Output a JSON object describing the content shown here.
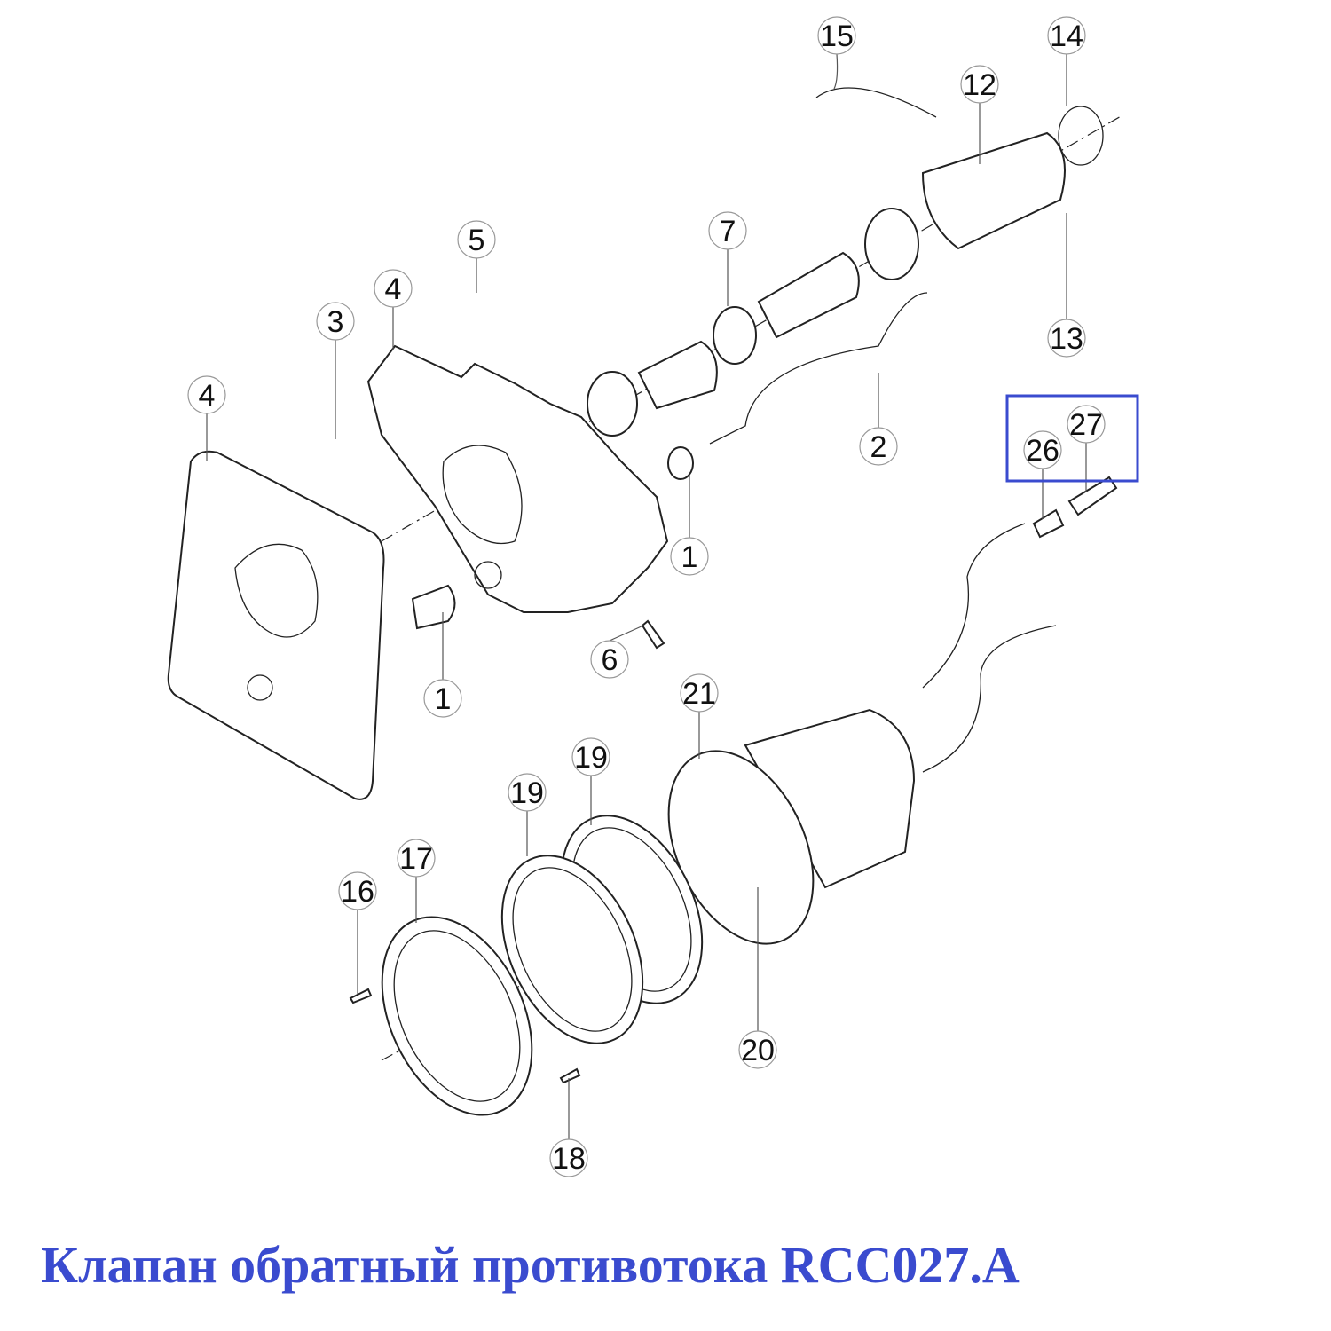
{
  "title": "Клапан обратный противотока RCC027.A",
  "highlight_color": "#3a4bcf",
  "callouts": {
    "c15": "15",
    "c14": "14",
    "c12": "12",
    "c7": "7",
    "c5": "5",
    "c4a": "4",
    "c3": "3",
    "c4b": "4",
    "c2": "2",
    "c27": "27",
    "c26": "26",
    "c1a": "1",
    "c1b": "1",
    "c6": "6",
    "c13": "13",
    "c21": "21",
    "c19a": "19",
    "c19b": "19",
    "c17": "17",
    "c16": "16",
    "c20": "20",
    "c18": "18"
  }
}
